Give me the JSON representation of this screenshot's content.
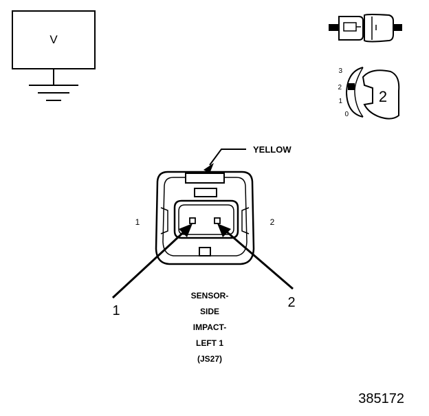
{
  "meter": {
    "symbol": "V"
  },
  "connector_color": "YELLOW",
  "terminal_labels": {
    "left": "1",
    "right": "2"
  },
  "callouts": {
    "left": "1",
    "right": "2"
  },
  "sensor_caption": [
    "SENSOR-",
    "SIDE",
    "IMPACT-",
    "LEFT 1",
    "(JS27)"
  ],
  "position_indicator": {
    "scale": [
      "3",
      "2",
      "1",
      "0"
    ],
    "value": "2"
  },
  "figure_number": "385172",
  "colors": {
    "line": "#000000",
    "background": "#ffffff"
  }
}
